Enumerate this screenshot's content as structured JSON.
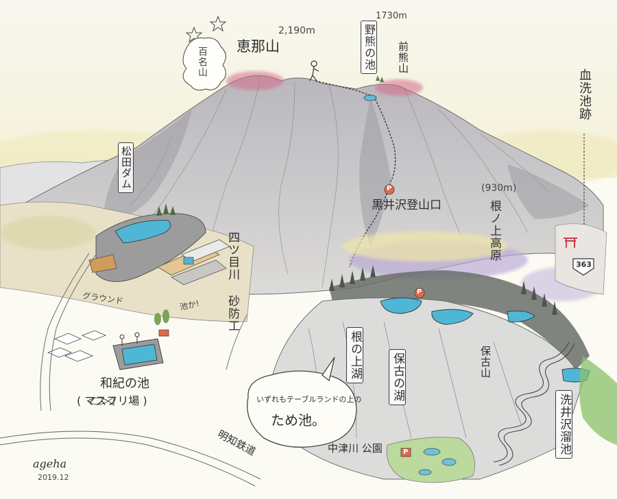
{
  "mountains": {
    "ena": {
      "name": "恵那山",
      "elevation": "2,190m",
      "badge": "百名山"
    },
    "kumano": {
      "name": "前熊山",
      "elevation": "1730m"
    },
    "noguma_pond": "野熊の池",
    "chiarai_site": "血洗池跡",
    "matsudagamo": "松田ダム",
    "nenoue": {
      "name": "根ノ上高原",
      "elevation": "(930m)"
    },
    "hokoyama": "保古山"
  },
  "places": {
    "trailhead": "黒井沢登山口",
    "sabo": "四ツ目川 砂防工",
    "ground": "グラウンド",
    "ike": "池か!",
    "wakinoike": "和紀の池",
    "masutsuri": "( マスフリ場 )",
    "nenoueko": "根の上湖",
    "hokonoko": "保古の湖",
    "araizawa": "洗井沢溜池",
    "nakatsugawa_park": "中津川 公園",
    "railway": "明知鉄道"
  },
  "callout": {
    "line1": "いずれもテーブルランドの上の",
    "line2": "ため池。"
  },
  "road_sign": "363",
  "parking_symbol": "P",
  "signature": {
    "name": "ageha",
    "date": "2019.12"
  }
}
